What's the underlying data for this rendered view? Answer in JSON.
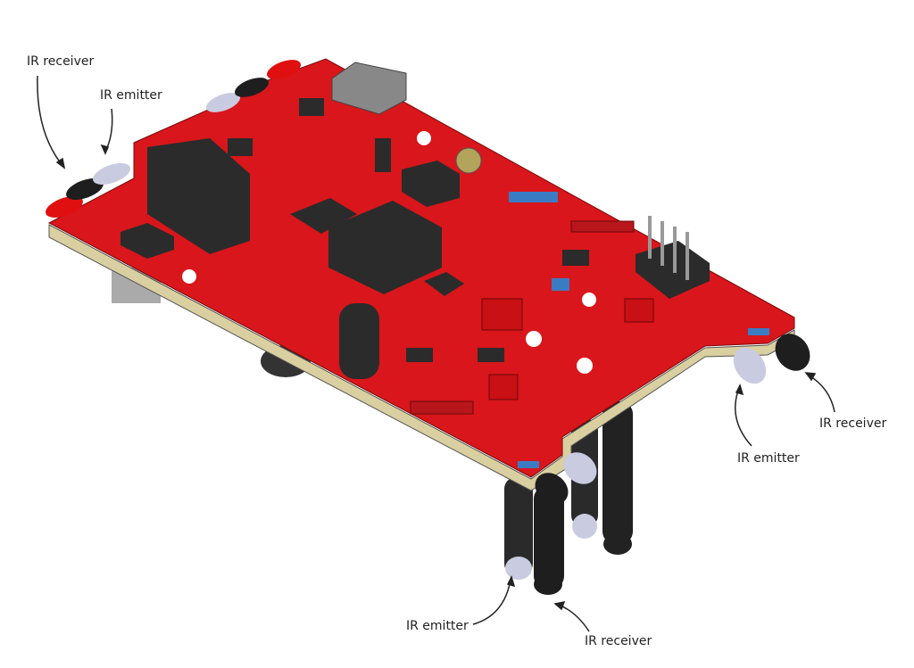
{
  "title": "PCB IR sensor layout",
  "labels": {
    "top_left_receiver": "IR receiver",
    "top_left_emitter": "IR emitter",
    "right_receiver": "IR receiver",
    "right_emitter": "IR emitter",
    "bottom_emitter": "IR emitter",
    "bottom_receiver": "IR receiver"
  },
  "colors": {
    "board": "#d8161b",
    "board_edge": "#d9cfa0",
    "component": "#2b2b2b",
    "emitter": "#c9cbe0",
    "receiver": "#1e1e1e",
    "led_red": "#e01010"
  }
}
